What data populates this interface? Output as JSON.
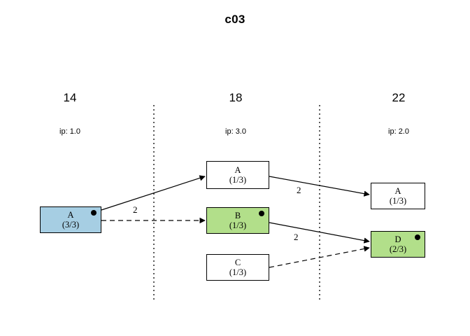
{
  "title": "c03",
  "colors": {
    "blue_node": "#A6CEE3",
    "green_node": "#B2DF8A",
    "white_node": "#FFFFFF",
    "stroke": "#000000",
    "background": "#FFFFFF"
  },
  "columns": [
    {
      "time": "14",
      "ip": "ip: 1.0"
    },
    {
      "time": "18",
      "ip": "ip: 3.0"
    },
    {
      "time": "22",
      "ip": "ip: 2.0"
    }
  ],
  "nodes": [
    {
      "id": "n0",
      "label": "A",
      "fraction": "(3/3)",
      "fill": "blue",
      "marker": true,
      "column": 0
    },
    {
      "id": "n1",
      "label": "A",
      "fraction": "(1/3)",
      "fill": "white",
      "marker": false,
      "column": 1
    },
    {
      "id": "n2",
      "label": "B",
      "fraction": "(1/3)",
      "fill": "green",
      "marker": true,
      "column": 1
    },
    {
      "id": "n3",
      "label": "C",
      "fraction": "(1/3)",
      "fill": "white",
      "marker": false,
      "column": 1
    },
    {
      "id": "n4",
      "label": "A",
      "fraction": "(1/3)",
      "fill": "white",
      "marker": false,
      "column": 2
    },
    {
      "id": "n5",
      "label": "D",
      "fraction": "(2/3)",
      "fill": "green",
      "marker": true,
      "column": 2
    }
  ],
  "edges": [
    {
      "from": "n0",
      "to": "n1",
      "label": "2",
      "style": "solid"
    },
    {
      "from": "n0",
      "to": "n2",
      "label": "",
      "style": "dashed"
    },
    {
      "from": "n1",
      "to": "n4",
      "label": "2",
      "style": "solid"
    },
    {
      "from": "n2",
      "to": "n5",
      "label": "2",
      "style": "solid"
    },
    {
      "from": "n3",
      "to": "n5",
      "label": "",
      "style": "dashed"
    }
  ],
  "edge_labels": [
    {
      "text": "2"
    },
    {
      "text": "2"
    },
    {
      "text": "2"
    }
  ]
}
